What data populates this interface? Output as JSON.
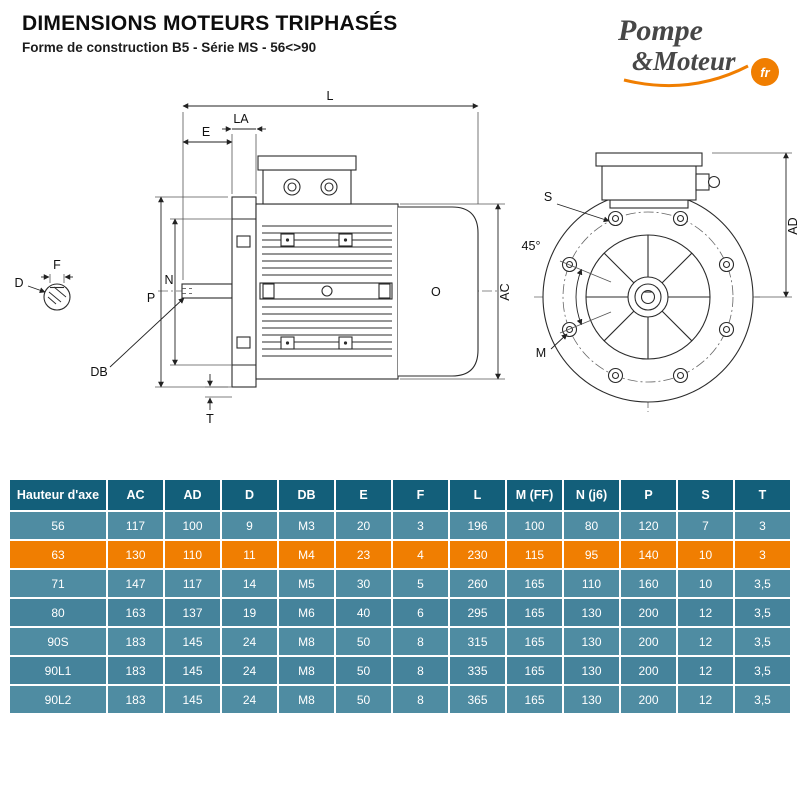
{
  "header": {
    "title": "DIMENSIONS MOTEURS TRIPHASÉS",
    "subtitle": "Forme de construction B5 - Série MS - 56<>90"
  },
  "logo": {
    "line1": "Pompe",
    "line2": "&Moteur",
    "tld": "fr"
  },
  "diagram": {
    "L": "L",
    "LA": "LA",
    "E": "E",
    "P": "P",
    "N": "N",
    "DB": "DB",
    "T": "T",
    "AC": "AC",
    "O": "O",
    "D": "D",
    "F": "F",
    "S": "S",
    "angle45": "45°",
    "M": "M",
    "AD": "AD"
  },
  "table": {
    "columns": [
      "Hauteur d'axe",
      "AC",
      "AD",
      "D",
      "DB",
      "E",
      "F",
      "L",
      "M (FF)",
      "N (j6)",
      "P",
      "S",
      "T"
    ],
    "highlight_row": 1,
    "rows": [
      [
        "56",
        "117",
        "100",
        "9",
        "M3",
        "20",
        "3",
        "196",
        "100",
        "80",
        "120",
        "7",
        "3"
      ],
      [
        "63",
        "130",
        "110",
        "11",
        "M4",
        "23",
        "4",
        "230",
        "115",
        "95",
        "140",
        "10",
        "3"
      ],
      [
        "71",
        "147",
        "117",
        "14",
        "M5",
        "30",
        "5",
        "260",
        "165",
        "110",
        "160",
        "10",
        "3,5"
      ],
      [
        "80",
        "163",
        "137",
        "19",
        "M6",
        "40",
        "6",
        "295",
        "165",
        "130",
        "200",
        "12",
        "3,5"
      ],
      [
        "90S",
        "183",
        "145",
        "24",
        "M8",
        "50",
        "8",
        "315",
        "165",
        "130",
        "200",
        "12",
        "3,5"
      ],
      [
        "90L1",
        "183",
        "145",
        "24",
        "M8",
        "50",
        "8",
        "335",
        "165",
        "130",
        "200",
        "12",
        "3,5"
      ],
      [
        "90L2",
        "183",
        "145",
        "24",
        "M8",
        "50",
        "8",
        "365",
        "165",
        "130",
        "200",
        "12",
        "3,5"
      ]
    ]
  },
  "colors": {
    "header_bg": "#135F7A",
    "row_light": "#4F8CA2",
    "row_dark": "#45839B",
    "highlight": "#F07E01",
    "accent_orange": "#F07E01"
  }
}
